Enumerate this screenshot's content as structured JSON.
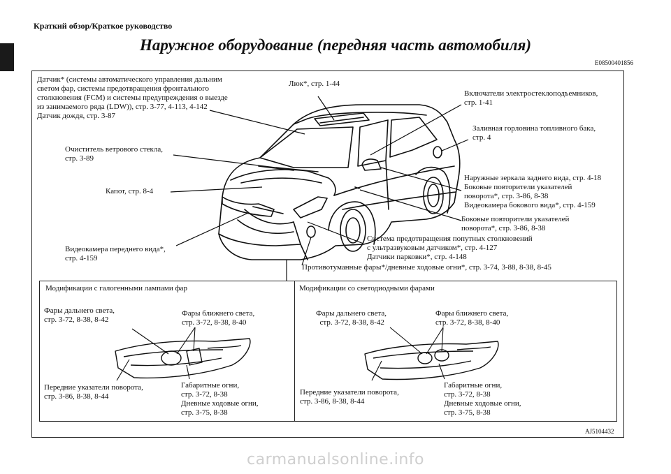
{
  "page": {
    "header": "Краткий обзор/Краткое руководство",
    "title": "Наружное оборудование (передняя часть автомобиля)",
    "code": "E08500401856",
    "figure_id": "AJ5104432",
    "watermark": "carmanualsonline.info"
  },
  "labels": {
    "sensor": "Датчик* (системы автоматического управления дальним\nсветом фар, системы предотвращения фронтального\nстолкновения (FCM) и системы предупреждения о выезде\nиз занимаемого ряда (LDW)), стр. 3-77, 4-113, 4-142\nДатчик дождя, стр. 3-87",
    "sunroof": "Люк*, стр. 1-44",
    "windows": "Включатели электростеклоподъемников,\nстр. 1-41",
    "fuel": "Заливная горловина топливного бака,\nстр. 4",
    "wiper": "Очиститель ветрового стекла,\nстр. 3-89",
    "hood": "Капот, стр. 8-4",
    "mirrors": "Наружные зеркала заднего вида, стр. 4-18\nБоковые повторители указателей\nповорота*, стр. 3-86, 8-38\nВидеокамера бокового вида*, стр. 4-159",
    "side_repeaters": "Боковые повторители указателей\nповорота*, стр. 3-86, 8-38",
    "front_camera": "Видеокамера переднего вида*,\nстр. 4-159",
    "sonar": "Система предотвращения попутных столкновений\nс ультразвуковым датчиком*, стр. 4-127\nДатчики парковки*, стр. 4-148",
    "fog": "Противотуманные фары*/дневные ходовые огни*, стр. 3-74, 3-88, 8-38, 8-45"
  },
  "halogen": {
    "title": "Модификации с галогенными лампами фар",
    "high_beam": "Фары дальнего света,\nстр. 3-72, 8-38, 8-42",
    "low_beam": "Фары ближнего света,\nстр. 3-72, 8-38, 8-40",
    "turn": "Передние указатели поворота,\nстр. 3-86, 8-38, 8-44",
    "position": "Габаритные огни,\nстр. 3-72, 8-38\nДневные ходовые огни,\nстр. 3-75, 8-38"
  },
  "led": {
    "title": "Модификации со светодиодными фарами",
    "high_beam": "Фары дальнего света,\n  стр. 3-72, 8-38, 8-42",
    "low_beam": "Фары ближнего света,\nстр. 3-72, 8-38, 8-40",
    "turn": "Передние указатели поворота,\nстр. 3-86, 8-38, 8-44",
    "position": "Габаритные огни,\nстр. 3-72, 8-38\nДневные ходовые огни,\nстр. 3-75, 8-38"
  }
}
